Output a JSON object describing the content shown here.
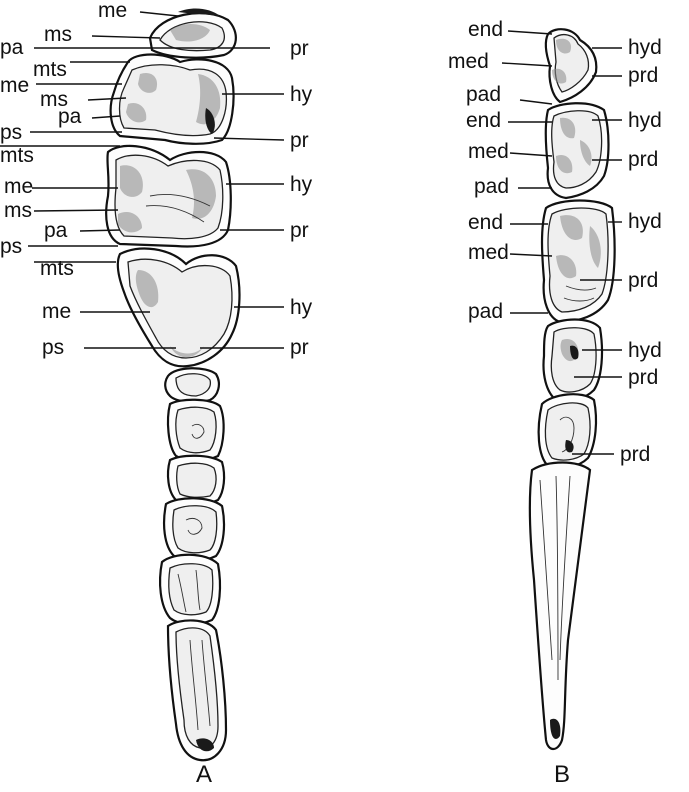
{
  "figure_a": {
    "caption": "A",
    "labels_left": [
      "me",
      "ms",
      "pa",
      "mts",
      "me",
      "ms",
      "pa",
      "ps",
      "mts",
      "me",
      "ms",
      "pa",
      "ps",
      "mts",
      "me",
      "ps"
    ],
    "labels_right": [
      "pr",
      "hy",
      "pr",
      "hy",
      "pr",
      "hy",
      "pr"
    ]
  },
  "figure_b": {
    "caption": "B",
    "labels_left": [
      "end",
      "med",
      "pad",
      "end",
      "med",
      "pad",
      "end",
      "med",
      "pad"
    ],
    "labels_right": [
      "hyd",
      "prd",
      "hyd",
      "prd",
      "hyd",
      "prd",
      "hyd",
      "prd",
      "prd"
    ]
  }
}
